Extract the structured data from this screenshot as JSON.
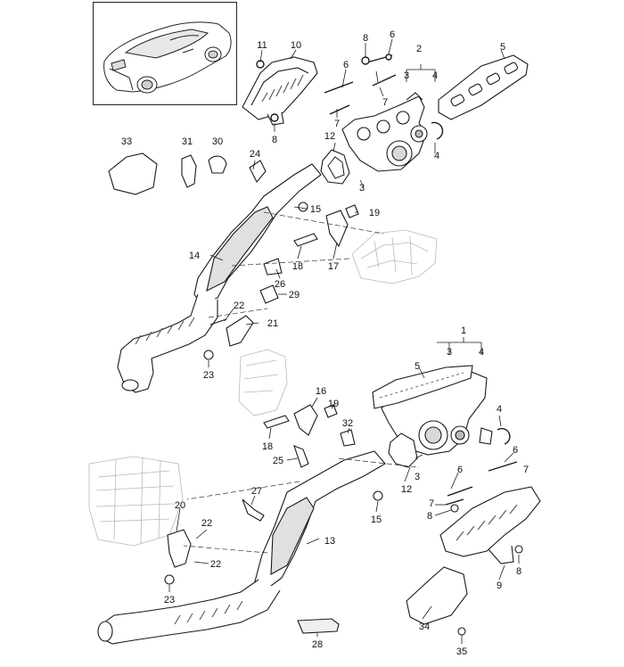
{
  "callouts": {
    "n1": "1",
    "n2": "2",
    "n3": "3",
    "n4": "4",
    "n5": "5",
    "n6": "6",
    "n7": "7",
    "n8": "8",
    "n9": "9",
    "n10": "10",
    "n11": "11",
    "n12": "12",
    "n13": "13",
    "n14": "14",
    "n15": "15",
    "n16": "16",
    "n17": "17",
    "n18": "18",
    "n19": "19",
    "n20": "20",
    "n21": "21",
    "n22": "22",
    "n23": "23",
    "n24": "24",
    "n25": "25",
    "n26": "26",
    "n27": "27",
    "n28": "28",
    "n29": "29",
    "n30": "30",
    "n31": "31",
    "n32": "32",
    "n33": "33",
    "n34": "34",
    "n35": "35"
  },
  "colors": {
    "line": "#1a1a1a",
    "part_fill": "#ffffff",
    "shade": "#9a9a9a",
    "ghost": "#b8b8b8"
  },
  "icons": {
    "inset": "vehicle-car-icon"
  }
}
